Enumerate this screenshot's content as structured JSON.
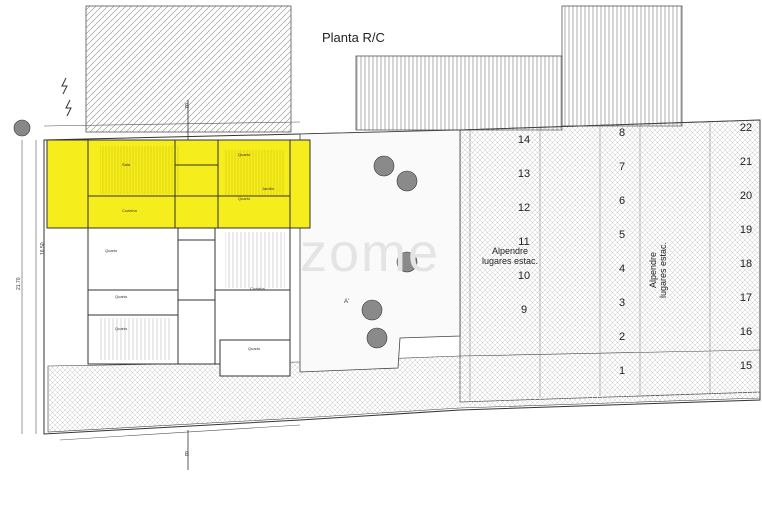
{
  "title": "Planta R/C",
  "watermark": "zome",
  "parking_label_left": [
    "Alpendre",
    "lugares estac."
  ],
  "parking_label_right": [
    "Alpendre",
    "lugares estac."
  ],
  "parking_numbers": [
    {
      "n": "14",
      "col": "a",
      "row": 0
    },
    {
      "n": "13",
      "col": "a",
      "row": 1
    },
    {
      "n": "12",
      "col": "a",
      "row": 2
    },
    {
      "n": "11",
      "col": "a",
      "row": 3
    },
    {
      "n": "10",
      "col": "a",
      "row": 4
    },
    {
      "n": "9",
      "col": "a",
      "row": 5
    },
    {
      "n": "8",
      "col": "b",
      "row": 0
    },
    {
      "n": "7",
      "col": "b",
      "row": 1
    },
    {
      "n": "6",
      "col": "b",
      "row": 2
    },
    {
      "n": "5",
      "col": "b",
      "row": 3
    },
    {
      "n": "4",
      "col": "b",
      "row": 4
    },
    {
      "n": "3",
      "col": "b",
      "row": 5
    },
    {
      "n": "2",
      "col": "b",
      "row": 6
    },
    {
      "n": "1",
      "col": "b",
      "row": 7
    },
    {
      "n": "22",
      "col": "c",
      "row": 0
    },
    {
      "n": "21",
      "col": "c",
      "row": 1
    },
    {
      "n": "20",
      "col": "c",
      "row": 2
    },
    {
      "n": "19",
      "col": "c",
      "row": 3
    },
    {
      "n": "18",
      "col": "c",
      "row": 4
    },
    {
      "n": "17",
      "col": "c",
      "row": 5
    },
    {
      "n": "16",
      "col": "c",
      "row": 6
    },
    {
      "n": "15",
      "col": "c",
      "row": 7
    }
  ],
  "room_labels": [
    "Sala",
    "Quarto",
    "Cozinha",
    "Jardim",
    "Quarto",
    "Cozinha",
    "Quarto",
    "Quarto",
    "Quarto",
    "Quarto"
  ],
  "small_marks": [
    "A'",
    "B",
    "B",
    "21.70",
    "16.50"
  ],
  "colors": {
    "highlight": "#f6ee1c",
    "line": "#333333",
    "hatch": "#9a9a9a"
  }
}
